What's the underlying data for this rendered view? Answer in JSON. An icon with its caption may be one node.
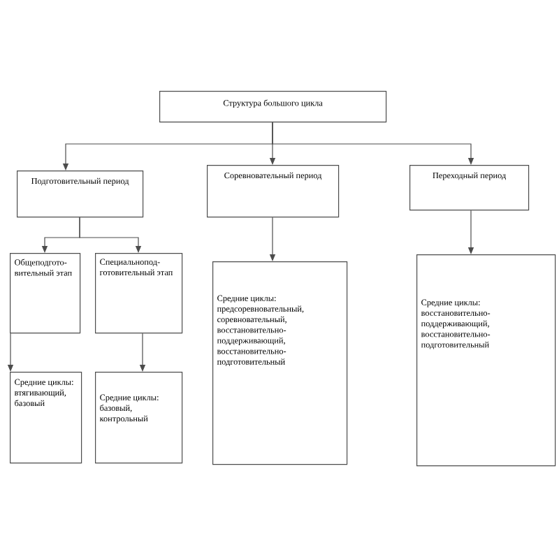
{
  "diagram": {
    "nodes": [
      {
        "text": [
          "Структура большого цикла"
        ]
      },
      {
        "text": [
          "Подготовительный период"
        ]
      },
      {
        "text": [
          "Соревновательный период"
        ]
      },
      {
        "text": [
          "Переходный период"
        ]
      },
      {
        "text": [
          "Общеподгото-вительный этап"
        ]
      },
      {
        "text": [
          "Специальнопод-готовительный этап"
        ]
      },
      {
        "text": [
          "Средние циклы: втягивающий, базовый"
        ]
      },
      {
        "text": [
          "Средние циклы: базовый, контрольный"
        ]
      },
      {
        "text": [
          "Средние циклы: предсоревновательный, соревновательный, восстановительно-поддерживающий, восстановительно-подготовительный"
        ]
      },
      {
        "text": [
          "Средние циклы: восстановительно-поддерживающий, восстановительно-подготовительный"
        ]
      }
    ],
    "edges": [
      {
        "from": 0,
        "to": 1,
        "arrow": "to"
      },
      {
        "from": 0,
        "to": 2,
        "arrow": "to"
      },
      {
        "from": 0,
        "to": 3,
        "arrow": "to"
      },
      {
        "from": 1,
        "to": 4,
        "arrow": "to"
      },
      {
        "from": 1,
        "to": 5,
        "arrow": "to"
      },
      {
        "from": 4,
        "to": 6,
        "arrow": "to"
      },
      {
        "from": 5,
        "to": 7,
        "arrow": "to"
      },
      {
        "from": 2,
        "to": 8,
        "arrow": "to"
      },
      {
        "from": 3,
        "to": 9,
        "arrow": "to"
      }
    ]
  }
}
